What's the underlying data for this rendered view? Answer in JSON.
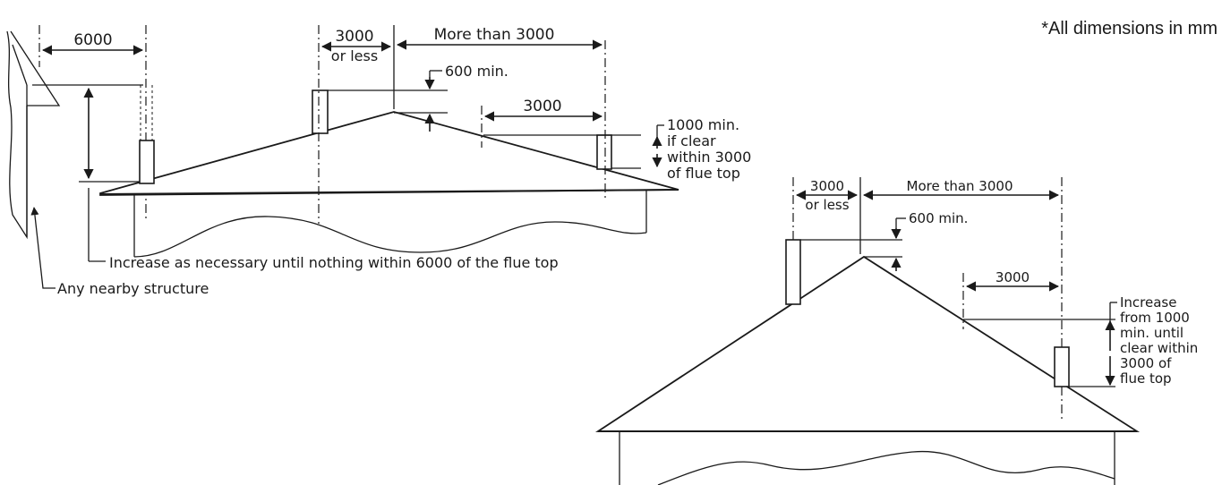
{
  "note": "*All dimensions in mm",
  "left": {
    "dim_6000": "6000",
    "dim_3000_or_less_a": "3000",
    "dim_3000_or_less_b": "or less",
    "dim_more_than_3000": "More than 3000",
    "dim_600": "600 min.",
    "dim_3000_right": "3000",
    "note_1000_lines": [
      "1000 min.",
      "if clear",
      "within 3000",
      "of flue top"
    ],
    "increase_label": "Increase as necessary until nothing within 6000 of the flue top",
    "structure_label": "Any nearby structure"
  },
  "right": {
    "dim_3000_or_less_a": "3000",
    "dim_3000_or_less_b": "or less",
    "dim_more_than_3000": "More than 3000",
    "dim_600": "600 min.",
    "dim_3000_right": "3000",
    "increase_lines": [
      "Increase",
      "from 1000",
      "min. until",
      "clear within",
      "3000 of",
      "flue top"
    ]
  }
}
